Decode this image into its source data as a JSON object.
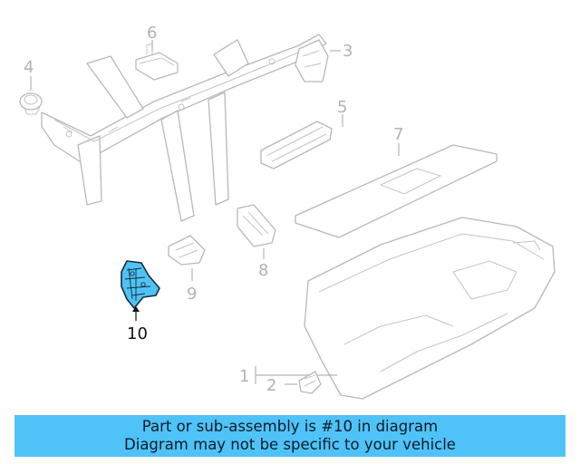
{
  "diagram": {
    "callouts": {
      "c1": "1",
      "c2": "2",
      "c3": "3",
      "c4": "4",
      "c5": "5",
      "c6": "6",
      "c7": "7",
      "c8": "8",
      "c9": "9",
      "c10": "10"
    },
    "highlighted_part": "10",
    "highlight_color": "#4fc3f7",
    "line_color": "#b8b8b8"
  },
  "banner": {
    "line1": "Part or sub-assembly is #10 in diagram",
    "line2": "Diagram may not be specific to your vehicle",
    "background": "#4fc3f7"
  }
}
